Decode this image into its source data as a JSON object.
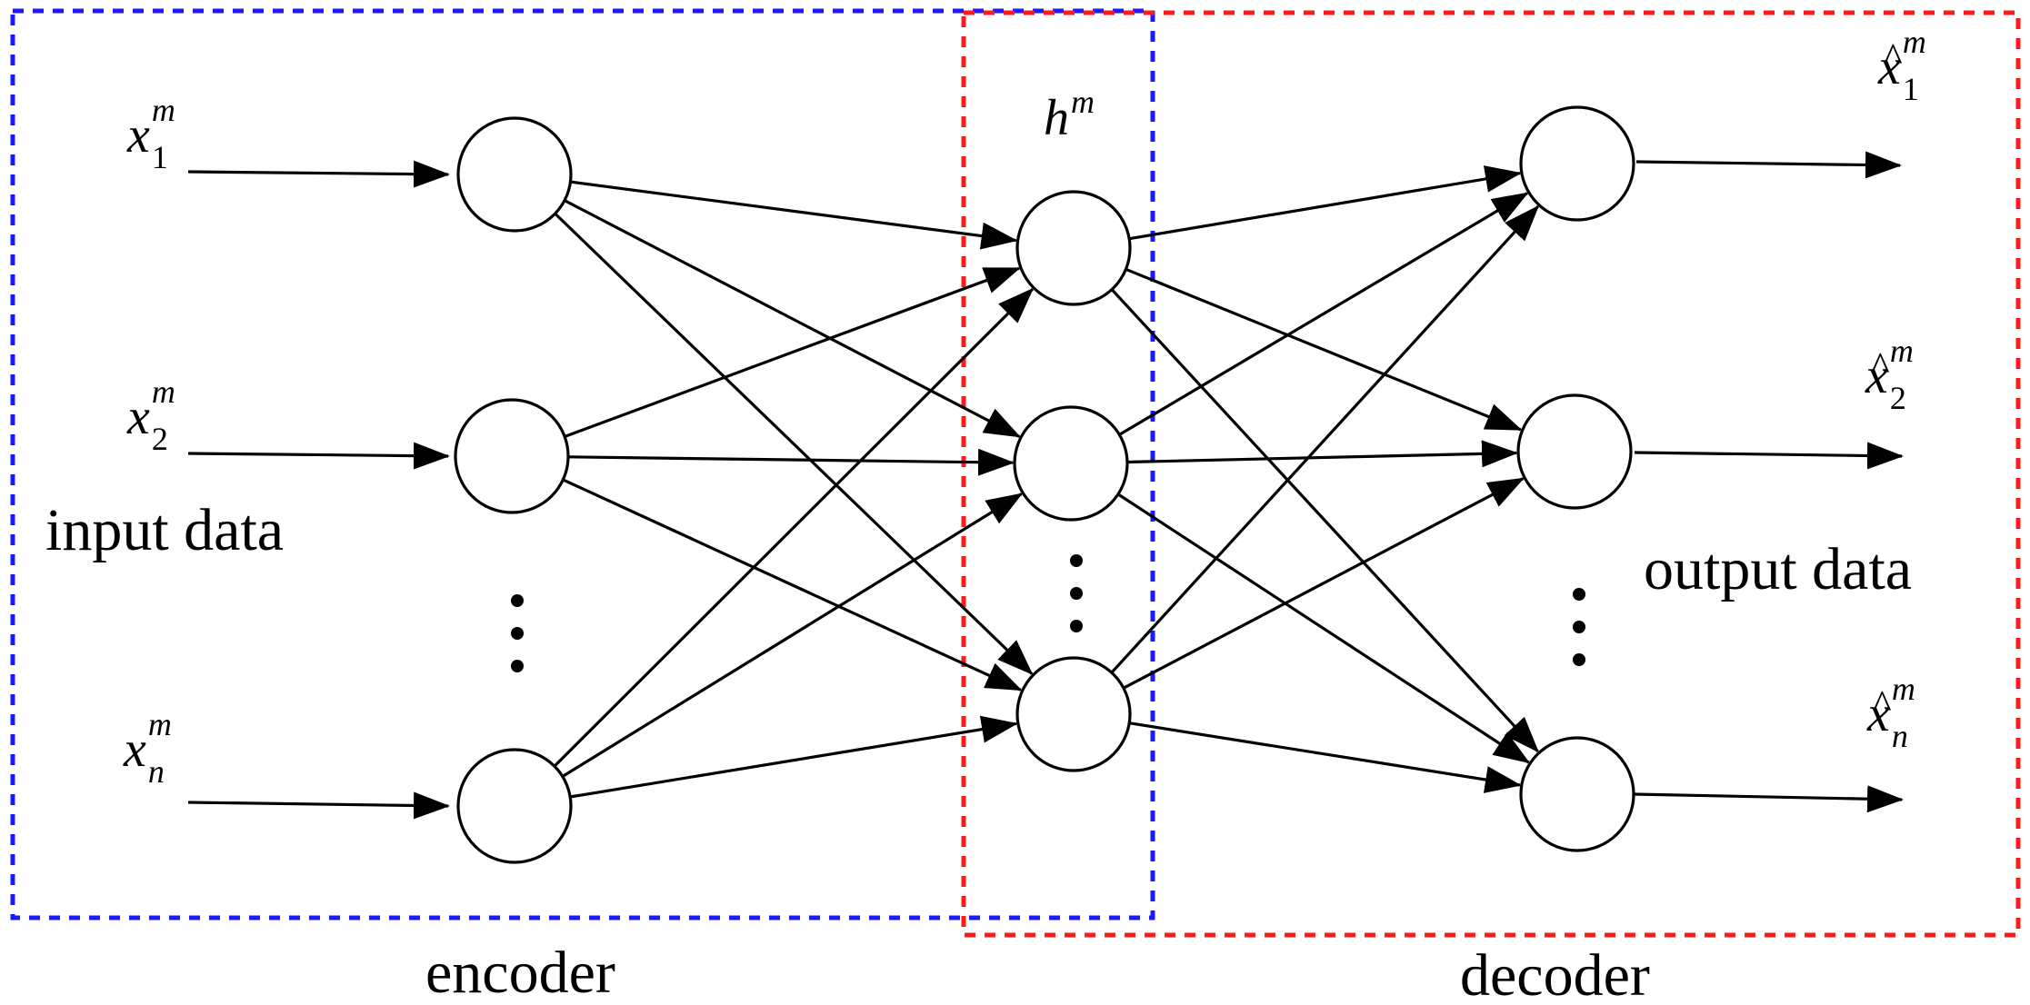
{
  "colors": {
    "encoder_box": "#1a1aff",
    "decoder_box": "#ff1a1a",
    "ink": "#000000"
  },
  "labels": {
    "encoder": "encoder",
    "decoder": "decoder",
    "input_data": "input data",
    "output_data": "output data"
  },
  "inputs": [
    {
      "base": "x",
      "sub": "1",
      "sup": "m"
    },
    {
      "base": "x",
      "sub": "2",
      "sup": "m"
    },
    {
      "base": "x",
      "sub": "n",
      "sup": "m"
    }
  ],
  "hidden": {
    "base": "h",
    "sup": "m"
  },
  "outputs": [
    {
      "base": "x",
      "hat": "^",
      "sub": "1",
      "sup": "m"
    },
    {
      "base": "x",
      "hat": "^",
      "sub": "2",
      "sup": "m"
    },
    {
      "base": "x",
      "hat": "^",
      "sub": "n",
      "sup": "m"
    }
  ]
}
